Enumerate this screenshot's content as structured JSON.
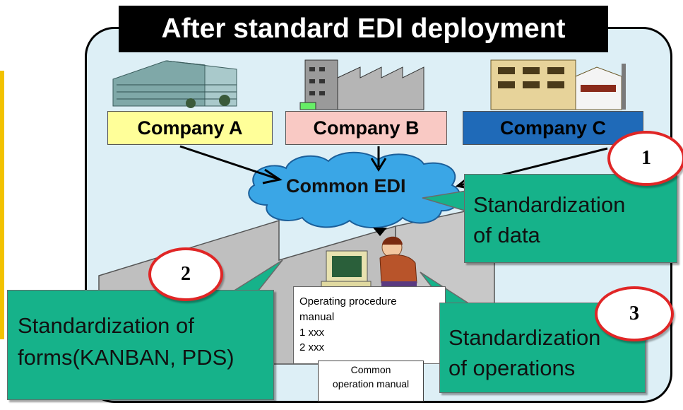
{
  "title": "After standard EDI deployment",
  "companies": [
    {
      "label": "Company A",
      "color": "#ffff99"
    },
    {
      "label": "Company B",
      "color": "#f9c9c4"
    },
    {
      "label": "Company C",
      "color": "#1f6ab8"
    }
  ],
  "cloud": {
    "label": "Common EDI",
    "color": "#3aa6e6"
  },
  "callouts": {
    "data": {
      "badge": "1",
      "line1": "Standardization",
      "line2": "of data"
    },
    "forms": {
      "badge": "2",
      "line1": "Standardization of",
      "line2": "forms(KANBAN, PDS)"
    },
    "operations": {
      "badge": "3",
      "line1": "Standardization",
      "line2": "of operations"
    }
  },
  "manual": {
    "lines": [
      "Operating procedure",
      "manual",
      "1 xxx",
      "2 xxx"
    ],
    "common_line1": "Common",
    "common_line2": "operation manual"
  },
  "colors": {
    "callout": "#16b28a",
    "badge_border": "#e02626",
    "frame": "#ddeff6"
  }
}
